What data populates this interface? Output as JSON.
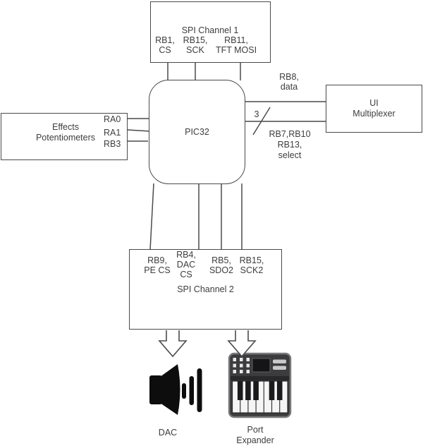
{
  "blocks": {
    "spi1": {
      "title": "SPI Channel 1",
      "pins": [
        "RB1,\nCS",
        "RB15,\nSCK",
        "RB11,\nTFT MOSI"
      ]
    },
    "pic32": {
      "title": "PIC32"
    },
    "effects": {
      "title": "Effects\nPotentiometers",
      "pins": [
        "RA0",
        "RA1",
        "RB3"
      ]
    },
    "uimux": {
      "title": "UI\nMultiplexer"
    },
    "spi2": {
      "title": "SPI Channel 2",
      "pins": [
        "RB9,\nPE CS",
        "RB4,\nDAC\nCS",
        "RB5,\nSDO2",
        "RB15,\nSCK2"
      ]
    }
  },
  "wires": {
    "ui_data": "RB8,\ndata",
    "bus_width": "3",
    "ui_select": "RB7,RB10\nRB13,\nselect"
  },
  "peripherals": {
    "dac": "DAC",
    "port_expander": "Port\nExpander"
  },
  "colors": {
    "stroke": "#4a4a4a",
    "text": "#3d3d3d",
    "icon_black": "#0d0d0d",
    "keyboard_body": "#3c3c3e"
  }
}
